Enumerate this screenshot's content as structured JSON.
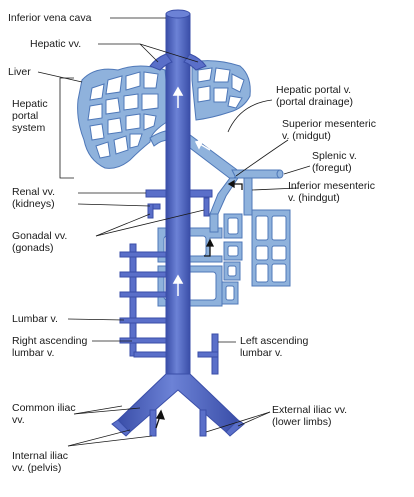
{
  "labels": {
    "ivc": "Inferior vena cava",
    "hepatic_vv": "Hepatic vv.",
    "liver": "Liver",
    "hepatic_portal_system": [
      "Hepatic",
      "portal",
      "system"
    ],
    "hepatic_portal_v": [
      "Hepatic portal v.",
      "(portal drainage)"
    ],
    "superior_mesenteric": [
      "Superior mesenteric",
      "v. (midgut)"
    ],
    "splenic": [
      "Splenic v.",
      "(foregut)"
    ],
    "inferior_mesenteric": [
      "Inferior mesenteric",
      "v. (hindgut)"
    ],
    "renal": [
      "Renal vv.",
      "(kidneys)"
    ],
    "gonadal": [
      "Gonadal vv.",
      "(gonads)"
    ],
    "lumbar": "Lumbar v.",
    "right_ascending_lumbar": [
      "Right ascending",
      "lumbar v."
    ],
    "left_ascending_lumbar": [
      "Left ascending",
      "lumbar v."
    ],
    "common_iliac": [
      "Common iliac",
      "vv."
    ],
    "external_iliac": [
      "External iliac vv.",
      "(lower limbs)"
    ],
    "internal_iliac": [
      "Internal iliac",
      "vv. (pelvis)"
    ]
  },
  "colors": {
    "systemic_vein": "#5a6fc9",
    "systemic_vein_dark": "#3a4ea8",
    "portal_vein": "#8fb2dc",
    "portal_vein_dark": "#4f78b8",
    "leader_line": "#1a1a1a"
  }
}
